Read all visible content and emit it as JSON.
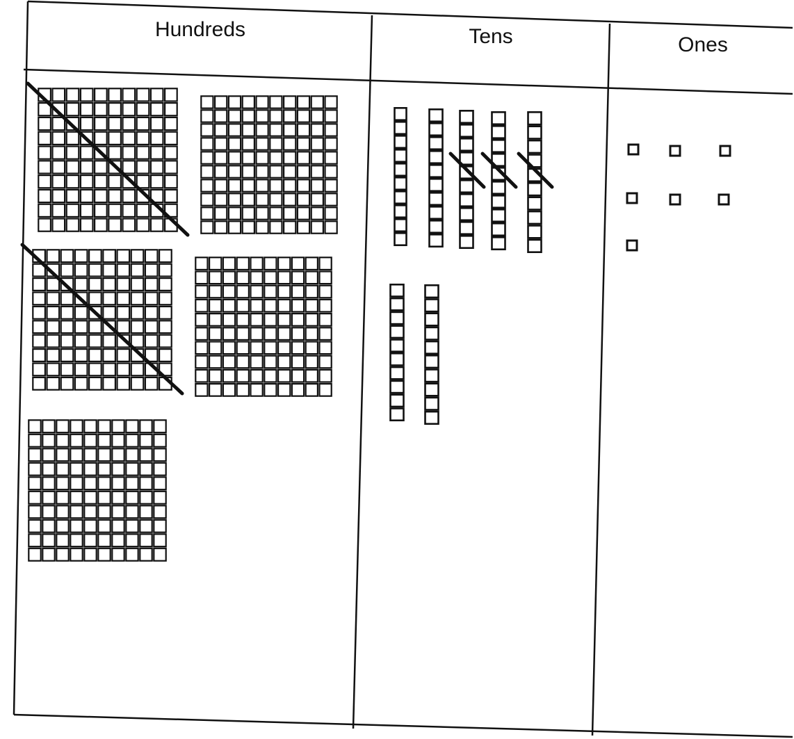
{
  "columns": [
    {
      "label": "Hundreds"
    },
    {
      "label": "Tens"
    },
    {
      "label": "Ones"
    }
  ],
  "blocks": {
    "hundreds": {
      "count": 5,
      "crossed_out": [
        true,
        false,
        true,
        false,
        false
      ]
    },
    "tens": {
      "count": 7,
      "crossed_out": [
        false,
        false,
        true,
        true,
        true,
        false,
        false
      ]
    },
    "ones": {
      "count": 7,
      "crossed_out": [
        false,
        false,
        false,
        false,
        false,
        false,
        false
      ]
    }
  }
}
